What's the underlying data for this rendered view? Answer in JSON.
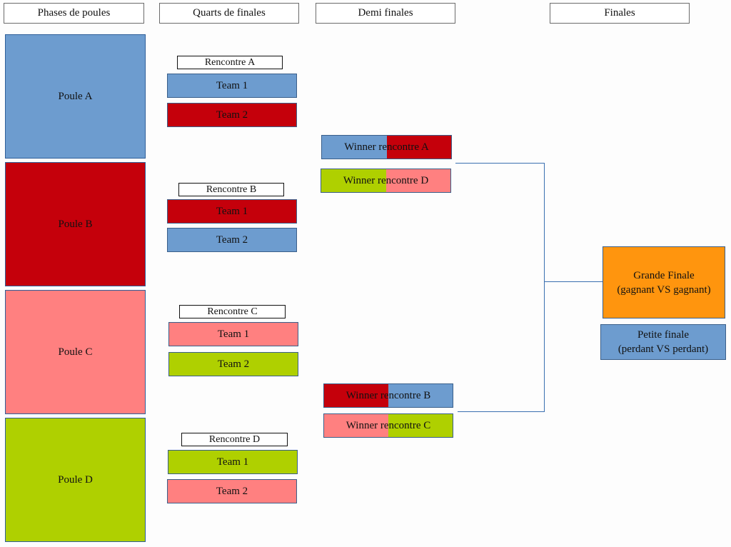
{
  "columns": {
    "pools": "Phases de poules",
    "quarters": "Quarts de finales",
    "semis": "Demi finales",
    "finals": "Finales"
  },
  "colors": {
    "blue": "#6d9ccf",
    "red": "#c5000b",
    "pink": "#ff8080",
    "green": "#afd000",
    "orange": "#ff950e"
  },
  "pools": [
    {
      "label": "Poule A",
      "color": "blue"
    },
    {
      "label": "Poule B",
      "color": "red"
    },
    {
      "label": "Poule C",
      "color": "pink"
    },
    {
      "label": "Poule D",
      "color": "green"
    }
  ],
  "matches": [
    {
      "label": "Rencontre A",
      "team1": "Team 1",
      "team1_color": "blue",
      "team2": "Team 2",
      "team2_color": "red"
    },
    {
      "label": "Rencontre B",
      "team1": "Team 1",
      "team1_color": "red",
      "team2": "Team 2",
      "team2_color": "blue"
    },
    {
      "label": "Rencontre C",
      "team1": "Team 1",
      "team1_color": "pink",
      "team2": "Team 2",
      "team2_color": "green"
    },
    {
      "label": "Rencontre D",
      "team1": "Team 1",
      "team1_color": "green",
      "team2": "Team 2",
      "team2_color": "pink"
    }
  ],
  "semis": [
    {
      "label": "Winner rencontre A",
      "left_color": "blue",
      "right_color": "red"
    },
    {
      "label": "Winner rencontre D",
      "left_color": "green",
      "right_color": "pink"
    },
    {
      "label": "Winner rencontre B",
      "left_color": "red",
      "right_color": "blue"
    },
    {
      "label": "Winner rencontre C",
      "left_color": "pink",
      "right_color": "green"
    }
  ],
  "finals": {
    "grand_line1": "Grande Finale",
    "grand_line2": "(gagnant VS gagnant)",
    "small_line1": "Petite finale",
    "small_line2": "(perdant VS perdant)"
  }
}
